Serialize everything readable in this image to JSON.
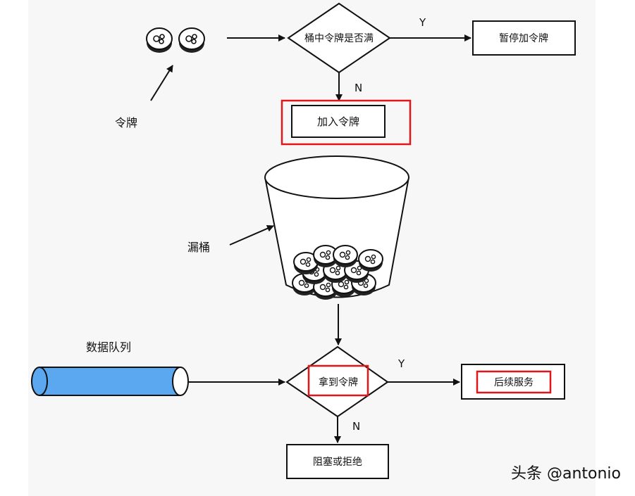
{
  "diagram": {
    "token_label": "令牌",
    "decision_full": "桶中令牌是否满",
    "yes_label": "Y",
    "no_label": "N",
    "pause_add": "暂停加令牌",
    "add_token": "加入令牌",
    "leaky_bucket_label": "漏桶",
    "data_queue_label": "数据队列",
    "get_token": "拿到令牌",
    "subsequent_service": "后续服务",
    "block_or_reject": "阻塞或拒绝",
    "yes_label_2": "Y",
    "no_label_2": "N"
  },
  "watermark": "头条 @antonio",
  "colors": {
    "highlight": "#e0161b",
    "queue_fill": "#5ba8f0",
    "coin_fill": "#ffffff",
    "stroke": "#111111"
  }
}
